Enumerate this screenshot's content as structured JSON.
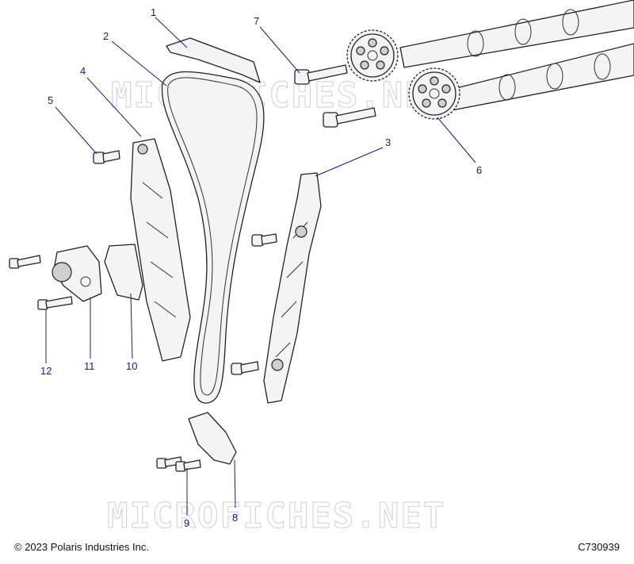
{
  "watermark": "MICROFICHES.NET",
  "callouts": [
    "1",
    "2",
    "3",
    "4",
    "5",
    "6",
    "7",
    "8",
    "9",
    "10",
    "11",
    "12"
  ],
  "footer": {
    "copyright": "© 2023 Polaris Industries Inc.",
    "figure_id": "C730939"
  },
  "colors": {
    "callout": "#1a1a8c",
    "line": "#222222",
    "watermark": "#d7d7d7"
  }
}
